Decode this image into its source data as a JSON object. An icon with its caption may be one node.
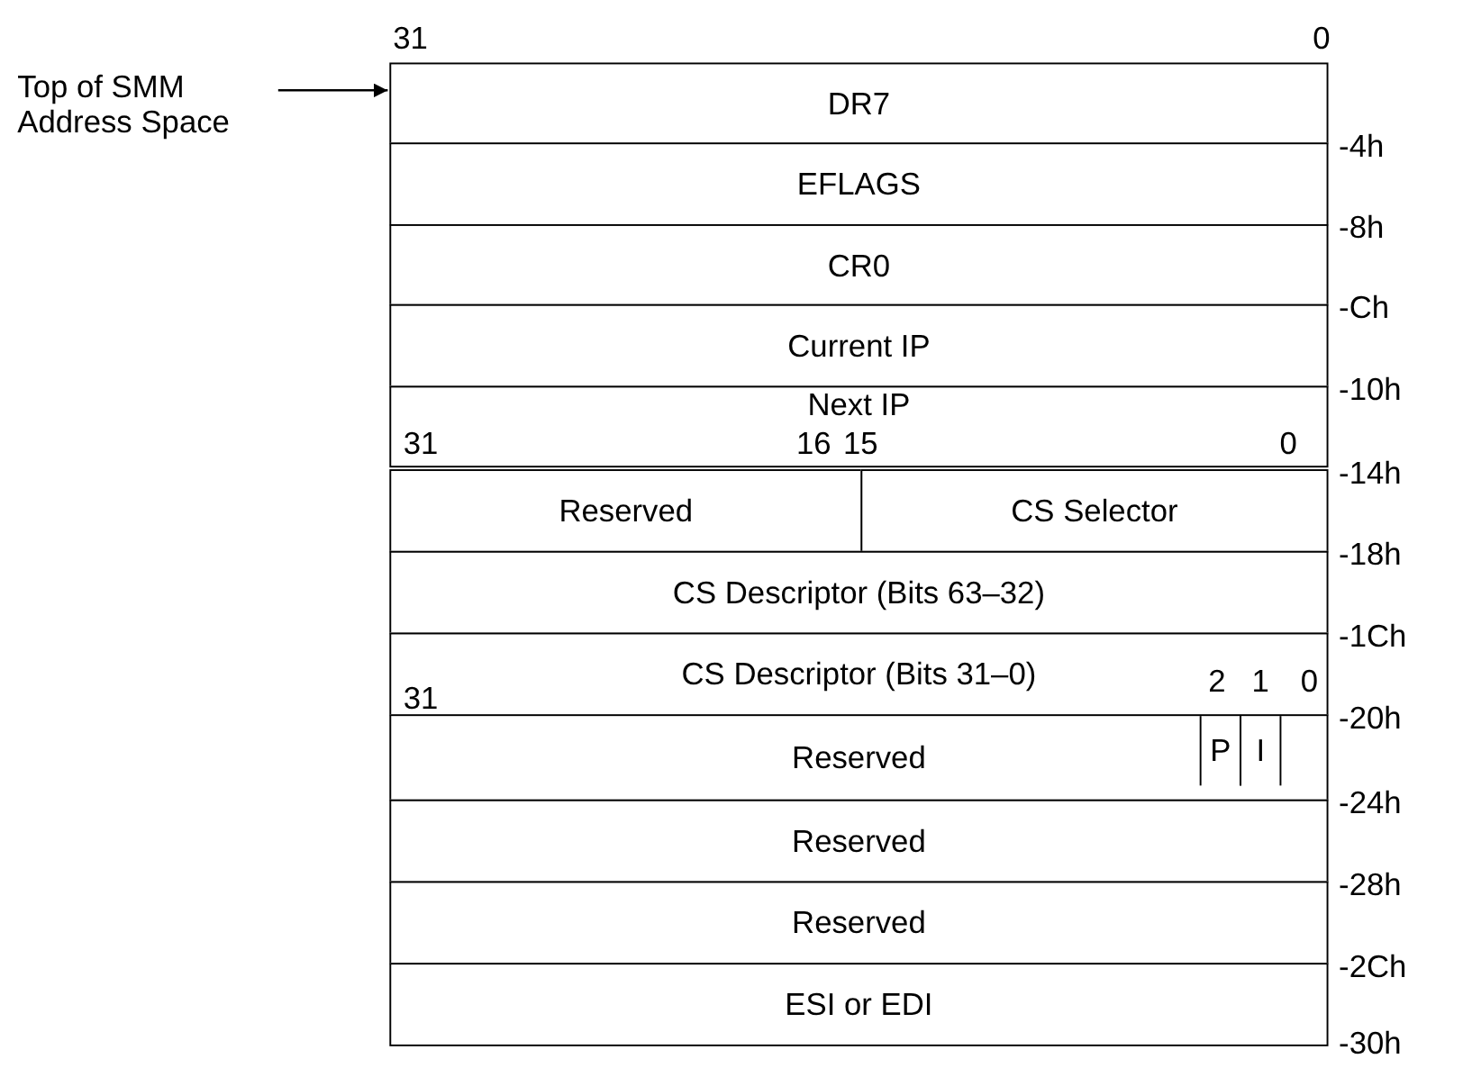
{
  "diagram": {
    "nodes": [
      {
        "text": [
          "Top of SMM Address Space"
        ]
      },
      {
        "text": [
          "DR7"
        ]
      },
      {
        "text": [
          "EFLAGS"
        ]
      },
      {
        "text": [
          "CR0"
        ]
      },
      {
        "text": [
          "Current IP"
        ]
      },
      {
        "text": [
          "Next IP"
        ]
      },
      {
        "text": [
          "Reserved"
        ]
      },
      {
        "text": [
          "CS Selector"
        ]
      },
      {
        "text": [
          "CS Descriptor (Bits 63–32)"
        ]
      },
      {
        "text": [
          "CS Descriptor (Bits 31–0)"
        ]
      },
      {
        "text": [
          "Reserved"
        ]
      },
      {
        "text": [
          "P"
        ],
        "in": 10
      },
      {
        "text": [
          "I"
        ],
        "in": 10
      },
      {
        "text": [
          "Reserved"
        ]
      },
      {
        "text": [
          "Reserved"
        ]
      },
      {
        "text": [
          "ESI or EDI"
        ]
      }
    ],
    "edges": [
      {
        "from": 0,
        "to": 1,
        "arrow": "to"
      }
    ],
    "labels": [
      "31",
      "0",
      "-4h",
      "-8h",
      "-Ch",
      "-10h",
      "31",
      "16",
      "15",
      "0",
      "-14h",
      "-18h",
      "-1Ch",
      "31",
      "2",
      "1",
      "0",
      "-20h",
      "-24h",
      "-28h",
      "-2Ch",
      "-30h"
    ]
  }
}
